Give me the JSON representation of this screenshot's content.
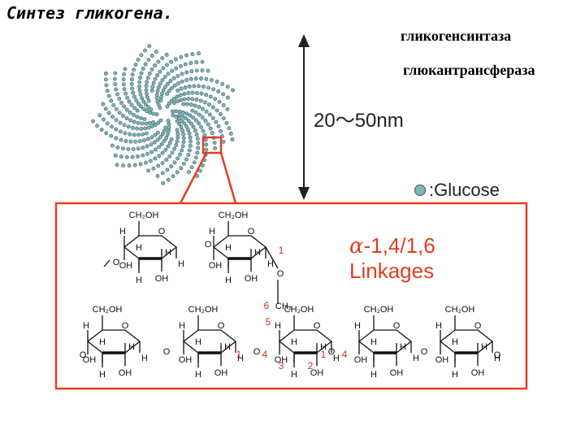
{
  "title": "Синтез гликогена.",
  "enzymes": [
    "гликогенсинтаза",
    "глюкантрансфераза"
  ],
  "size_label": "20～50nm",
  "legend": {
    "symbol": ":",
    "label": "Glucose"
  },
  "linkage": {
    "alpha": "α",
    "line1": "-1,4/1,6",
    "line2": "Linkages"
  },
  "atoms": {
    "ch2oh": "CH₂OH",
    "oh": "OH",
    "h": "H",
    "o": "O",
    "ch2": "CH₂"
  },
  "positions": {
    "c1": "1",
    "c4": "4",
    "c6": "6",
    "c5": "5",
    "c3": "3",
    "c2": "2"
  },
  "colors": {
    "highlight": "#e04020",
    "glucose": "#7fb5b2",
    "chain": "#4a6a7a"
  }
}
